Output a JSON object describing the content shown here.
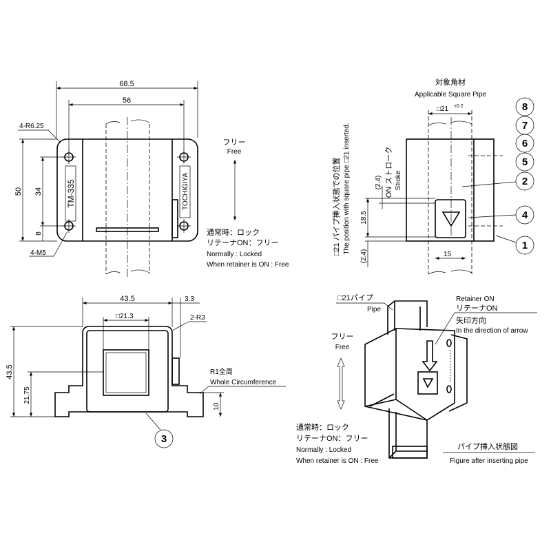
{
  "front_view": {
    "dim_overall_width": "68.5",
    "dim_hole_pitch_x": "56",
    "dim_height": "50",
    "dim_hole_pitch_y": "34",
    "dim_hole_offset": "8",
    "corner_radius": "4-R6.25",
    "holes": "4-M5",
    "model_label": "TM-335",
    "brand_label": "TOCHIGIYA"
  },
  "motion_note_top": {
    "free_jp": "フリー",
    "free_en": "Free",
    "line1_jp": "通常時：ロック",
    "line2_jp": "リテーナON：フリー",
    "line3_en": "Normally : Locked",
    "line4_en": "When retainer is ON : Free"
  },
  "side_view": {
    "pipe_title_jp": "対象角材",
    "pipe_title_en": "Applicable Square Pipe",
    "pipe_size": "□21",
    "pipe_tol": "±0.2",
    "position_note_jp": "□21 パイプ挿入状態での位置",
    "position_note_en": "The position with square pipe □21 inserted.",
    "stroke_jp": "ON ストローク",
    "stroke_en": "Stroke",
    "dim_stroke": "(2.4)",
    "dim_button": "18.5",
    "dim_bottom": "(2.4)",
    "dim_button_width": "15",
    "callouts": [
      "8",
      "7",
      "6",
      "5",
      "2",
      "4",
      "1"
    ]
  },
  "bottom_view": {
    "dim_width": "43.5",
    "dim_offset": "3.3",
    "dim_inner": "□21.3",
    "radius": "2-R3",
    "dim_height": "43.5",
    "dim_center": "21.75",
    "dim_flange": "10",
    "round_note_jp": "R1全周",
    "round_note_en": "Whole Circumference",
    "callout": "3"
  },
  "iso_view": {
    "pipe_jp": "□21パイプ",
    "pipe_en": "Pipe",
    "retainer_en": "Retainer ON",
    "retainer_jp": "リテーナON",
    "arrow_jp": "矢印方向",
    "arrow_en": "In the direction of arrow",
    "free_jp": "フリー",
    "free_en": "Free",
    "line1_jp": "通常時：ロック",
    "line2_jp": "リテーナON：フリー",
    "line3_en": "Normally : Locked",
    "line4_en": "When retainer is ON : Free",
    "caption_jp": "パイプ挿入状態図",
    "caption_en": "Figure after inserting pipe"
  }
}
